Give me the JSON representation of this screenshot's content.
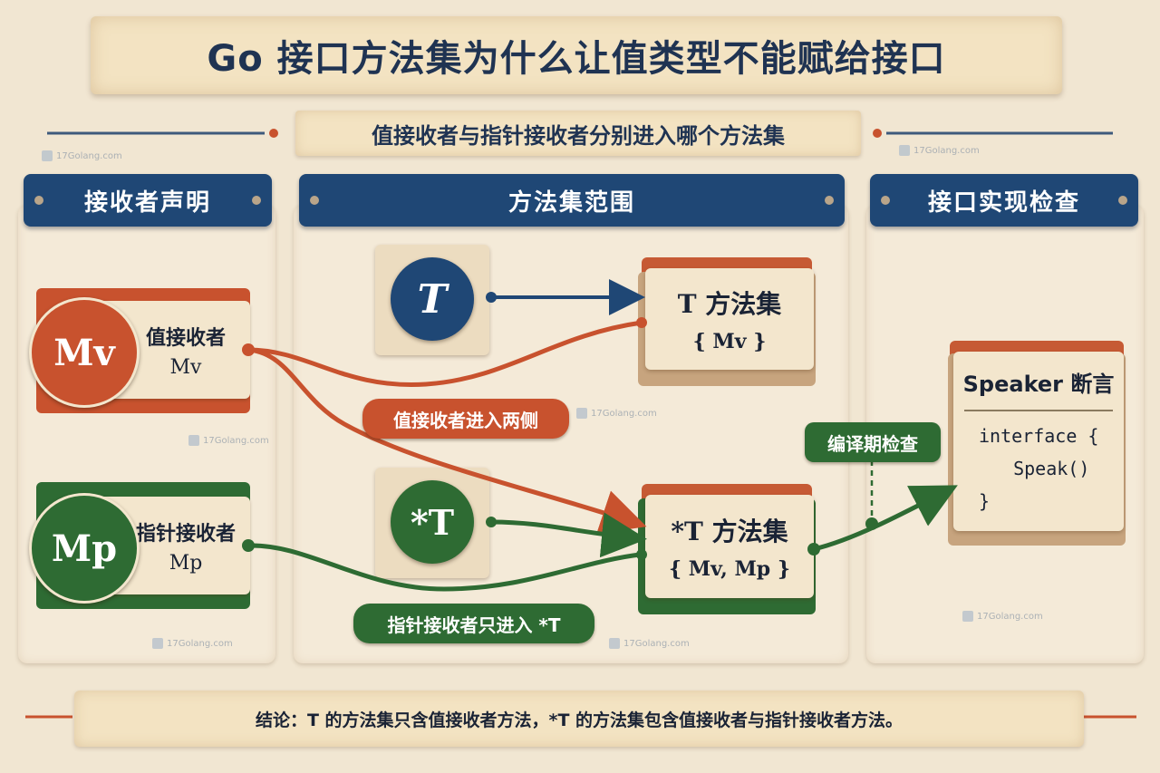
{
  "title": "Go 接口方法集为什么让值类型不能赋给接口",
  "subtitle": "值接收者与指针接收者分别进入哪个方法集",
  "panels": {
    "left_header": "接收者声明",
    "middle_header": "方法集范围",
    "right_header": "接口实现检查"
  },
  "receivers": {
    "value": {
      "badge": "Mv",
      "label": "值接收者",
      "method": "Mv"
    },
    "pointer": {
      "badge": "Mp",
      "label": "指针接收者",
      "method": "Mp"
    }
  },
  "types": {
    "value_type": "T",
    "pointer_type": "*T"
  },
  "method_sets": {
    "value_set_title": "T 方法集",
    "value_set_body": "{ Mv }",
    "pointer_set_title": "*T 方法集",
    "pointer_set_body": "{ Mv, Mp }"
  },
  "labels": {
    "value_both": "值接收者进入两侧",
    "pointer_only": "指针接收者只进入 *T",
    "compile_check": "编译期检查"
  },
  "interface_card": {
    "title": "Speaker 断言",
    "code_line1": "interface {",
    "code_line2": "  Speak()",
    "code_line3": "}"
  },
  "conclusion": "结论：T 的方法集只含值接收者方法，*T 的方法集包含值接收者与指针接收者方法。",
  "watermark": "17Golang.com",
  "colors": {
    "navy": "#1f4775",
    "orange": "#c8522e",
    "green": "#2e6b33",
    "paper": "#f4ead8"
  }
}
